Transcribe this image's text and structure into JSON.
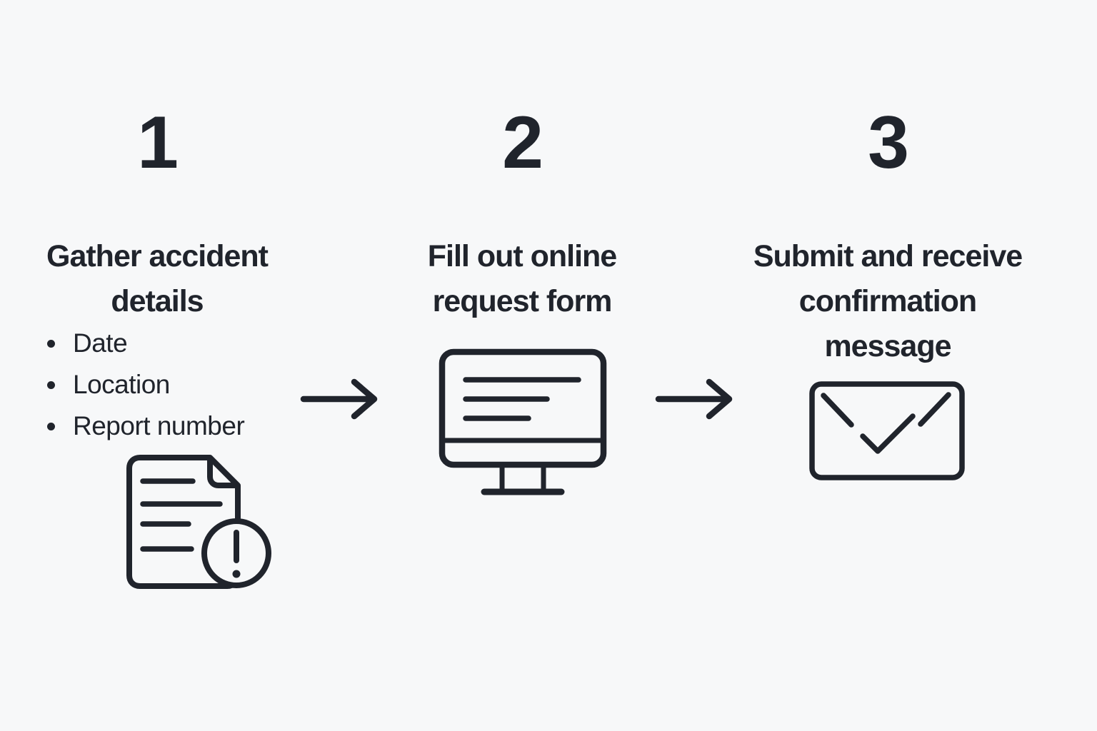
{
  "palette": {
    "background": "#f7f8f9",
    "ink": "#20242c"
  },
  "steps": [
    {
      "number": "1",
      "title": "Gather accident\ndetails",
      "bullets": [
        "Date",
        "Location",
        "Report number"
      ],
      "icon": "document-alert-icon"
    },
    {
      "number": "2",
      "title": "Fill out online\nrequest form",
      "icon": "monitor-form-icon"
    },
    {
      "number": "3",
      "title": "Submit and receive\nconfirmation\nmessage",
      "icon": "envelope-check-icon"
    }
  ],
  "connectors": [
    {
      "icon": "arrow-right-icon"
    },
    {
      "icon": "arrow-right-icon"
    }
  ]
}
